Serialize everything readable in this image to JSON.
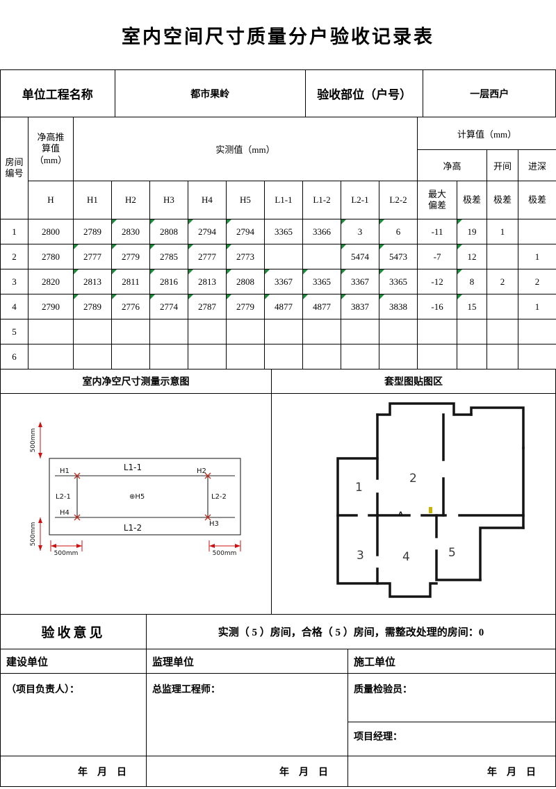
{
  "title": "室内空间尺寸质量分户验收记录表",
  "info": {
    "project_label": "单位工程名称",
    "project_value": "都市果岭",
    "location_label": "验收部位（户号）",
    "location_value": "一层西户"
  },
  "table": {
    "room_no_header": "房间\n编号",
    "height_est_header": "净高推\n算值\n（mm）",
    "measured_header": "实测值（mm）",
    "calc_header": "计算值（mm）",
    "calc_groups": [
      "净高",
      "开间",
      "进深"
    ],
    "col_headers": [
      "H",
      "H1",
      "H2",
      "H3",
      "H4",
      "H5",
      "L1-1",
      "L1-2",
      "L2-1",
      "L2-2",
      "最大\n偏差",
      "极差",
      "极差",
      "极差"
    ],
    "rows": [
      {
        "no": "1",
        "values": [
          "2800",
          "2789",
          "2830",
          "2808",
          "2794",
          "2794",
          "3365",
          "3366",
          "3",
          "6",
          "-11",
          "19",
          "1",
          ""
        ]
      },
      {
        "no": "2",
        "values": [
          "2780",
          "2777",
          "2779",
          "2785",
          "2777",
          "2773",
          "",
          "",
          "5474",
          "5473",
          "-7",
          "12",
          "",
          "1"
        ]
      },
      {
        "no": "3",
        "values": [
          "2820",
          "2813",
          "2811",
          "2816",
          "2813",
          "2808",
          "3367",
          "3365",
          "3367",
          "3365",
          "-12",
          "8",
          "2",
          "2"
        ]
      },
      {
        "no": "4",
        "values": [
          "2790",
          "2789",
          "2776",
          "2774",
          "2787",
          "2779",
          "4877",
          "4877",
          "3837",
          "3838",
          "-16",
          "15",
          "",
          "1"
        ]
      },
      {
        "no": "5",
        "values": [
          "",
          "",
          "",
          "",
          "",
          "",
          "",
          "",
          "",
          "",
          "",
          "",
          "",
          ""
        ]
      },
      {
        "no": "6",
        "values": [
          "",
          "",
          "",
          "",
          "",
          "",
          "",
          "",
          "",
          "",
          "",
          "",
          "",
          ""
        ]
      }
    ],
    "green_markers": [
      "0-2",
      "0-3",
      "0-4",
      "0-5",
      "0-8",
      "0-9",
      "0-11",
      "1-1",
      "1-2",
      "1-3",
      "1-4",
      "1-5",
      "1-8",
      "1-9",
      "1-11",
      "2-1",
      "2-2",
      "2-3",
      "2-4",
      "2-5",
      "2-6",
      "2-7",
      "2-8",
      "2-9",
      "2-11",
      "3-1",
      "3-2",
      "3-3",
      "3-4",
      "3-5",
      "3-6",
      "3-7",
      "3-8",
      "3-9",
      "3-11"
    ]
  },
  "sections": {
    "schematic_title": "室内净空尺寸测量示意图",
    "floorplan_title": "套型图贴图区"
  },
  "schematic": {
    "h1": "H1",
    "h2": "H2",
    "h3": "H3",
    "h4": "H4",
    "h5": "⊕H5",
    "l11": "L1-1",
    "l12": "L1-2",
    "l21": "L2-1",
    "l22": "L2-2",
    "dim_top_left": "500mm",
    "dim_bottom_left": "500mm",
    "dim_bottom_1": "500mm",
    "dim_bottom_2": "500mm"
  },
  "floorplan": {
    "room1": "1",
    "room2": "2",
    "room3": "3",
    "room4": "4",
    "room5": "5",
    "marker": "A"
  },
  "opinion": {
    "label": "验收意见",
    "text": "实测（ 5 ）房间，合格（ 5 ）房间，需整改处理的房间：0"
  },
  "signatures": {
    "construction": {
      "title": "建设单位",
      "role": "（项目负责人）：",
      "date": "年　月　日"
    },
    "supervision": {
      "title": "监理单位",
      "role": "总监理工程师：",
      "date": "年　月　日"
    },
    "builder": {
      "title": "施工单位",
      "role1": "质量检验员：",
      "role2": "项目经理：",
      "date": "年　月　日"
    }
  }
}
